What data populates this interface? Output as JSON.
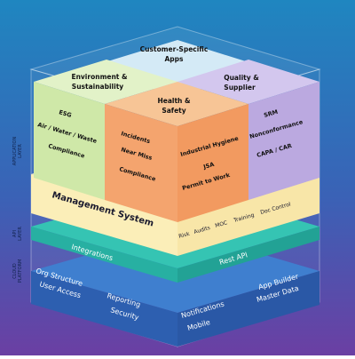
{
  "side_labels": {
    "application_layer": [
      "APPLICATION",
      "LAYER"
    ],
    "api_layer": [
      "API",
      "LAYER"
    ],
    "cloud_platform": [
      "CLOUD",
      "PLATFORM"
    ]
  },
  "cubes": {
    "customer": {
      "title": [
        "Customer-Specific",
        "Apps"
      ]
    },
    "environment": {
      "title": [
        "Environment &",
        "Sustainability"
      ],
      "items": [
        "ESG",
        "Air / Water / Waste",
        "Compliance"
      ]
    },
    "quality": {
      "title": [
        "Quality &",
        "Supplier"
      ],
      "items": [
        "SRM",
        "Nonconformance",
        "CAPA / CAR"
      ]
    },
    "health": {
      "title": [
        "Health &",
        "Safety"
      ],
      "left_items": [
        "Incidents",
        "Near Miss",
        "Compliance"
      ],
      "right_items": [
        "Industrial Hygiene",
        "JSA",
        "Permit to Work"
      ]
    }
  },
  "management": {
    "title": "Management System",
    "items": [
      "Risk",
      "Audits",
      "MOC",
      "Training",
      "Doc Control"
    ]
  },
  "api": {
    "left": "Integrations",
    "right": "Rest API"
  },
  "platform": {
    "left": [
      "Org Structure",
      "User Access",
      "Reporting",
      "Security"
    ],
    "right": [
      "Notifications",
      "Mobile",
      "App Builder",
      "Master Data"
    ]
  },
  "colors": {
    "bg_top": "#1f7fb8",
    "bg_bottom": "#6a3fa0",
    "customer": "#c7e2f1",
    "environment": "#d6ebb4",
    "quality": "#c6b6e6",
    "health_front": "#f3a06a",
    "health_top": "#f7c293",
    "management": "#fbefbf",
    "api": "#27b6a8",
    "platform": "#2d64b7"
  }
}
